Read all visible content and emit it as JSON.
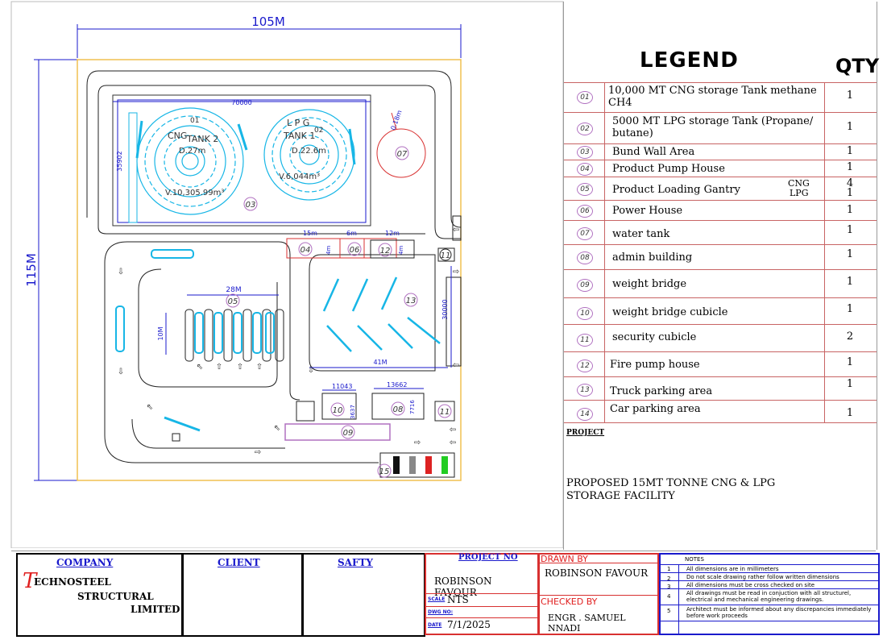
{
  "plan": {
    "dim_width": "105M",
    "dim_height": "115M",
    "bund_width": "70000",
    "bund_height": "35902",
    "dim_28m": "28M",
    "dim_10m": "10M",
    "dim_41m": "41M",
    "dim_30000": "30000",
    "dim_15m": "15m",
    "dim_6m": "6m",
    "dim_12m": "12m",
    "dim_4m_a": "4m",
    "dim_4m_b": "4m",
    "dim_11043": "11043",
    "dim_13662": "13662",
    "dim_3637": "3637",
    "dim_7716": "7716",
    "dim_018m": "0.18m",
    "tank2_label": "CNG",
    "tank2_name": "TANK 2",
    "tank2_num": "01",
    "tank2_dia": "D.27m",
    "tank2_vol": "V.10,305.99m³",
    "tank1_label": "L P G",
    "tank1_name": "TANK 1",
    "tank1_num": "02",
    "tank1_dia": "D.22.6m",
    "tank1_vol": "V.6,044m³",
    "tags": [
      "03",
      "04",
      "06",
      "12",
      "05",
      "13",
      "10",
      "08",
      "09",
      "11",
      "11",
      "07",
      "15"
    ],
    "arrow_glyph": "⇧",
    "arrow_left": "⇦",
    "arrow_right": "⇨",
    "arrow_down": "⇩",
    "arrow_up": "⇧",
    "arrow_nw": "⇖",
    "arrow_ne": "⇗"
  },
  "legend": {
    "title": "LEGEND",
    "qty_title": "QTY",
    "items": [
      {
        "num": "01",
        "text": "10,000 MT CNG storage Tank  methane CH4",
        "qty": "1"
      },
      {
        "num": "02",
        "text": "5000 MT    LPG storage Tank (Propane/ butane)",
        "qty": "1"
      },
      {
        "num": "03",
        "text": "Bund Wall Area",
        "qty": "1"
      },
      {
        "num": "04",
        "text": "Product Pump House",
        "qty": "1"
      },
      {
        "num": "05",
        "text": "Product Loading Gantry",
        "qty": "4",
        "sub1": "CNG",
        "sub2": "LPG",
        "qty2": "1"
      },
      {
        "num": "06",
        "text": "Power House",
        "qty": "1"
      },
      {
        "num": "07",
        "text": "water tank",
        "qty": "1"
      },
      {
        "num": "08",
        "text": "admin building",
        "qty": "1"
      },
      {
        "num": "09",
        "text": "weight bridge",
        "qty": "1"
      },
      {
        "num": "10",
        "text": "weight bridge cubicle",
        "qty": "1"
      },
      {
        "num": "11",
        "text": "security cubicle",
        "qty": "2"
      },
      {
        "num": "12",
        "text": "Fire pump house",
        "qty": "1"
      },
      {
        "num": "13",
        "text": "Truck parking area",
        "qty": "1"
      },
      {
        "num": "14",
        "text": "Car parking area",
        "qty": "1"
      }
    ],
    "project_label": "PROJECT",
    "project_text": "PROPOSED 15MT TONNE CNG  & LPG STORAGE FACILITY"
  },
  "titleblock": {
    "company_label": "COMPANY",
    "company_initial": "T",
    "company_line1": "ECHNOSTEEL",
    "company_line2": "STRUCTURAL",
    "company_line3": "LIMITED",
    "client_label": "CLIENT",
    "safety_label": "SAFTY",
    "project_no_label": "PROJECT  NO",
    "project_no_value": "ROBINSON FAVOUR",
    "scale_label": "SCALE",
    "scale_value": "NTS",
    "dwg_label": "DWG NO:",
    "date_label": "DATE",
    "date_value": "7/1/2025",
    "drawn_by_label": "DRAWN BY",
    "drawn_by_value": "ROBINSON FAVOUR",
    "checked_by_label": "CHECKED BY",
    "checked_by_value": "ENGR . SAMUEL NNADI",
    "notes_label": "NOTES",
    "notes": [
      {
        "n": "1",
        "t": "All dimensions are in millimeters"
      },
      {
        "n": "2",
        "t": "Do not scale drawing rather follow written dimensions"
      },
      {
        "n": "3",
        "t": "All dimensions must be cross checked on site"
      },
      {
        "n": "4",
        "t": "All drawings must be read in conjuction with all structurel, electrical and mechanical engineering drawings."
      },
      {
        "n": "5",
        "t": "Architect must be informed about any discrepancies immediately before work proceeds"
      }
    ]
  },
  "colors": {
    "cyan": "#17b6e6",
    "blue": "#1a1acc",
    "red": "#d83030",
    "purple": "#b070c0",
    "yellow": "#f0c050"
  }
}
